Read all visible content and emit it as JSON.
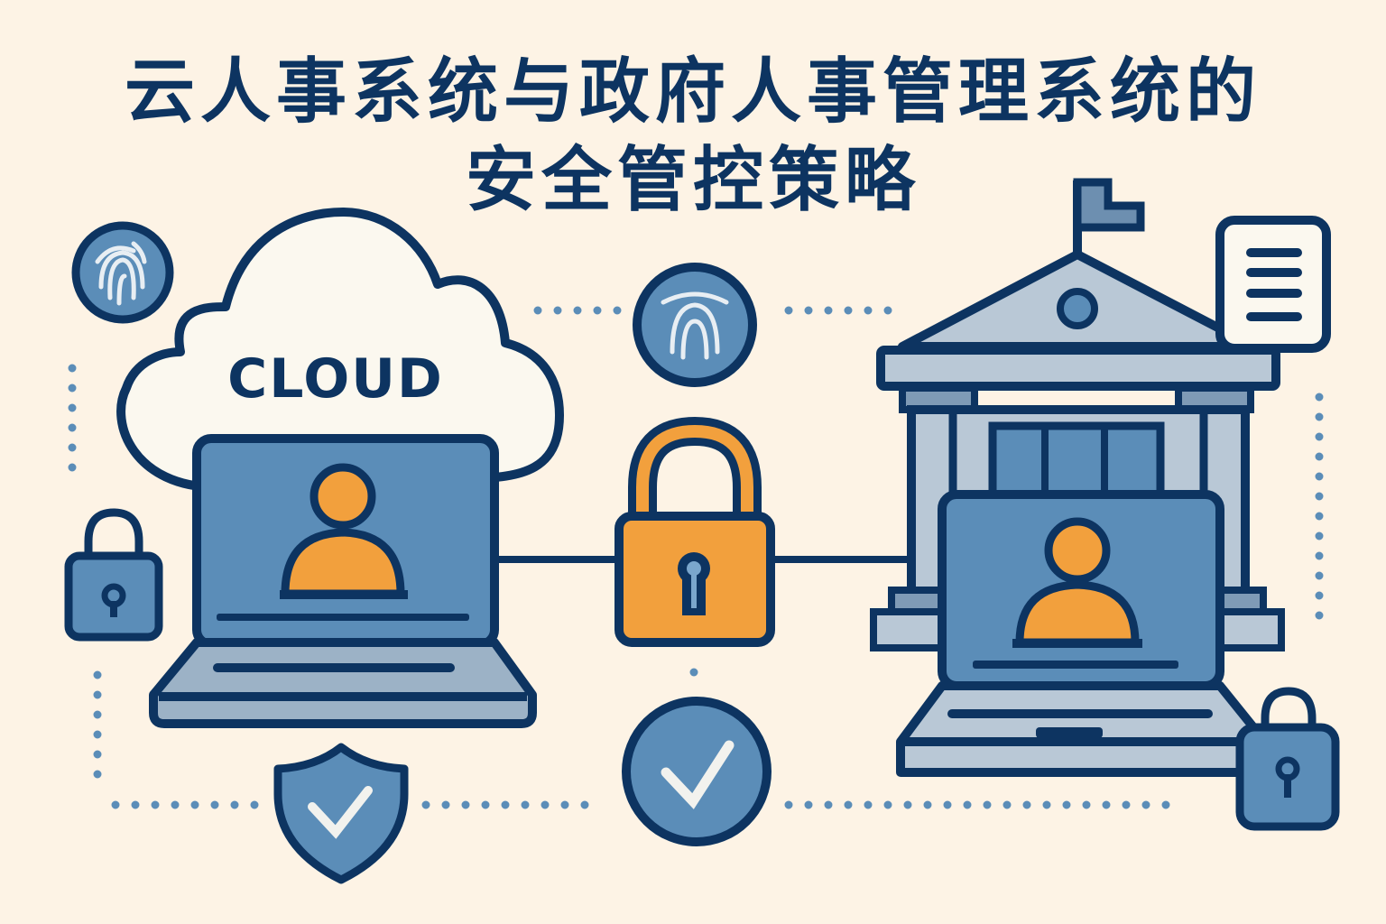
{
  "title": {
    "line1": "云人事系统与政府人事管理系统的",
    "line2": "安全管控策略"
  },
  "cloud": {
    "label": "CLOUD"
  },
  "colors": {
    "background": "#fdf3e5",
    "navy": "#0d3461",
    "blue": "#5b8db8",
    "light_blue": "#b9c8d6",
    "orange": "#f2a03d",
    "cloud_fill": "#fbf8ef",
    "dots": "#5b8db8"
  },
  "elements": {
    "left_device": "cloud-hr-laptop",
    "right_device": "government-hr-laptop",
    "building": "government-building",
    "connector": "central-padlock",
    "icons": [
      "fingerprint-icon",
      "fingerprint-icon",
      "lock-icon",
      "lock-icon",
      "shield-check-icon",
      "check-circle-icon",
      "document-icon",
      "flag-icon"
    ]
  }
}
